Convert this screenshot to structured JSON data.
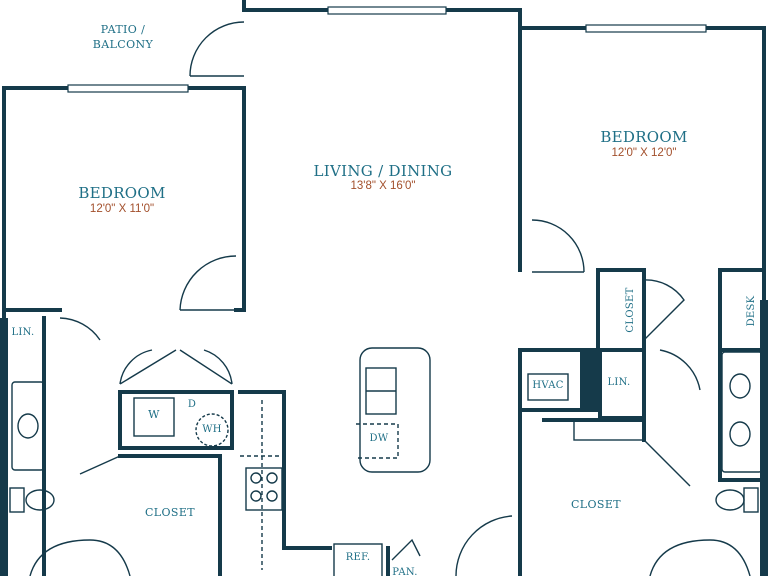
{
  "colors": {
    "wall": "#153a4a",
    "label": "#1f6f86",
    "dimension": "#a24f2b",
    "background": "#ffffff"
  },
  "rooms": {
    "patio": {
      "line1": "PATIO /",
      "line2": "BALCONY"
    },
    "bedroom_left": {
      "name": "BEDROOM",
      "dims": "12'0\" X 11'0\""
    },
    "living": {
      "name": "LIVING / DINING",
      "dims": "13'8\" X 16'0\""
    },
    "bedroom_right": {
      "name": "BEDROOM",
      "dims": "12'0\" X 12'0\""
    },
    "closet_left": {
      "name": "CLOSET"
    },
    "closet_right": {
      "name": "CLOSET"
    },
    "closet_small": {
      "name": "CLOSET"
    },
    "desk": {
      "name": "DESK"
    },
    "lin_left": {
      "name": "LIN."
    },
    "lin_right": {
      "name": "LIN."
    },
    "hvac": {
      "name": "HVAC"
    },
    "washer": {
      "name": "W"
    },
    "dryer": {
      "name": "D"
    },
    "water_heater": {
      "name": "WH"
    },
    "dishwasher": {
      "name": "DW"
    },
    "fridge": {
      "name": "REF."
    },
    "pantry": {
      "name": "PAN."
    }
  }
}
